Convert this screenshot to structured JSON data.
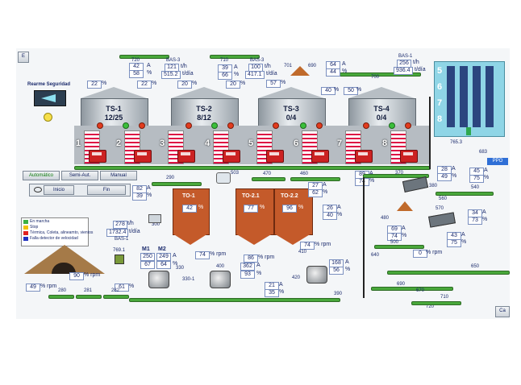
{
  "corner_button": "E",
  "reset_label": "Rearme Seguridad",
  "modes": {
    "auto": "Automático",
    "semi": "Semi-Aut.",
    "manual": "Manual"
  },
  "controls": {
    "start": "Inicio",
    "end": "Fin"
  },
  "silos": [
    {
      "name": "TS-1",
      "status": "12/25"
    },
    {
      "name": "TS-2",
      "status": "8/12"
    },
    {
      "name": "TS-3",
      "status": "0/4"
    },
    {
      "name": "TS-4",
      "status": "0/4"
    }
  ],
  "silo_pct": [
    "22",
    "22",
    "20",
    "20"
  ],
  "bays": [
    "1",
    "2",
    "3",
    "4",
    "5",
    "6",
    "7",
    "8"
  ],
  "top_readings": {
    "t720": "720",
    "a1": "42",
    "p1": "58",
    "bas3_a": "BAS-3",
    "f1": "121",
    "f1u": "t/h",
    "f2": "515.2",
    "f2u": "t/día",
    "t710": "710",
    "a2": "39",
    "p2": "66",
    "bas3_b": "BAS-3",
    "f3": "100",
    "f3u": "t/h",
    "f4": "417.1",
    "f4u": "t/día",
    "p57": "57",
    "t701": "701",
    "t690": "690",
    "a3": "64",
    "p3": "44",
    "bas1": "BAS-1",
    "f5": "256",
    "f5u": "t/h",
    "f6": "936.4",
    "f6u": "t/día",
    "t700": "700",
    "s40": "40",
    "s50": "50"
  },
  "mid_readings": {
    "t290": "290",
    "t503": "503",
    "t470": "470",
    "t460": "460",
    "to1": "TO-1",
    "to1_pct": "42",
    "to21": "TO-2.1",
    "to21_pct": "77",
    "to22": "TO-2.2",
    "to22_pct": "96",
    "a82": "82",
    "p39": "39",
    "a27": "27",
    "p62": "62",
    "a26": "26",
    "p40": "40",
    "a89": "89",
    "p74": "74",
    "rpm74": "74",
    "rpm86": "86",
    "flow1": "278",
    "flow1u": "t/h",
    "flow2": "1732.4",
    "flow2u": "t/día",
    "bas1b": "BAS-1",
    "t300": "300",
    "m1": "M1",
    "m2": "M2",
    "m1a": "250",
    "m2a": "249",
    "m1p": "67",
    "m2p": "64",
    "t330": "330",
    "t3301": "330-1",
    "t400": "400",
    "a362": "362",
    "p93": "93",
    "a21": "21",
    "p35": "35",
    "t420": "420",
    "t410": "410",
    "a168": "168",
    "p56": "56",
    "rpm_b": "74",
    "t7691": "769.1",
    "t280": "280",
    "t281": "281",
    "t282": "282",
    "rpm49": "49",
    "rpm90": "90",
    "p61": "61",
    "t390": "390"
  },
  "right_readings": {
    "t7653": "765.3",
    "t683": "683",
    "ppo": "PPO",
    "t370": "370",
    "a28": "28",
    "p49": "49",
    "t380": "380",
    "a45": "45",
    "p75": "75",
    "t540": "540",
    "t480": "480",
    "a69": "69",
    "p74": "74",
    "t560": "560",
    "t570": "570",
    "a34": "34",
    "p73": "73",
    "a43": "43",
    "p75b": "75",
    "t500": "500",
    "rpm0": "0",
    "t640": "640",
    "t650": "650",
    "t690b": "690",
    "t670": "670",
    "t710b": "710",
    "t720b": "720",
    "cancel": "Ca"
  },
  "units": {
    "amp": "A",
    "pct": "%",
    "rpm": "% rpm"
  },
  "legend": [
    {
      "label": "En marcha",
      "color": "#3cb043"
    },
    {
      "label": "Stop",
      "color": "#f2c200"
    },
    {
      "label": "Térmica, Coleta, alineamto, vientos",
      "color": "#e02020"
    },
    {
      "label": "Falla detector de velocidad",
      "color": "#2030c0"
    }
  ],
  "side_panel": [
    "5",
    "6",
    "7",
    "8"
  ]
}
